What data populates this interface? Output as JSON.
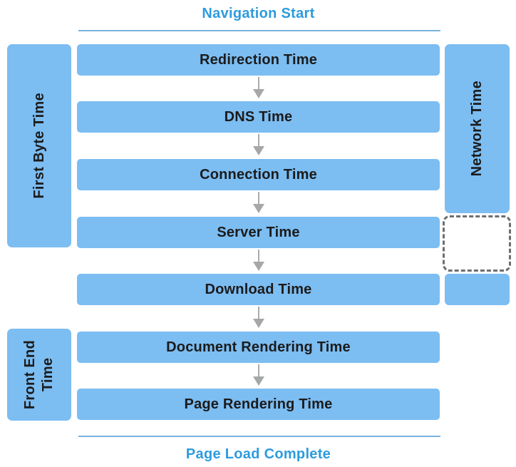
{
  "diagram": {
    "title": "Navigation Start",
    "footer": "Page Load Complete",
    "steps": [
      {
        "label": "Redirection Time"
      },
      {
        "label": "DNS Time"
      },
      {
        "label": "Connection Time"
      },
      {
        "label": "Server Time"
      },
      {
        "label": "Download Time"
      },
      {
        "label": "Document Rendering Time"
      },
      {
        "label": "Page Rendering Time"
      }
    ],
    "side_bars": {
      "first_byte": {
        "label": "First Byte Time"
      },
      "network": {
        "label": "Network Time"
      },
      "front_end": {
        "label": "Front End\nTime"
      }
    },
    "colors": {
      "bar_fill": "#7CBDF2",
      "accent_text": "#2D9BDE",
      "rule_line": "#79B4DF",
      "arrow_gray": "#A5A7A9",
      "dashed_border": "#6E6E6E",
      "step_text": "#1B1B1B"
    }
  }
}
